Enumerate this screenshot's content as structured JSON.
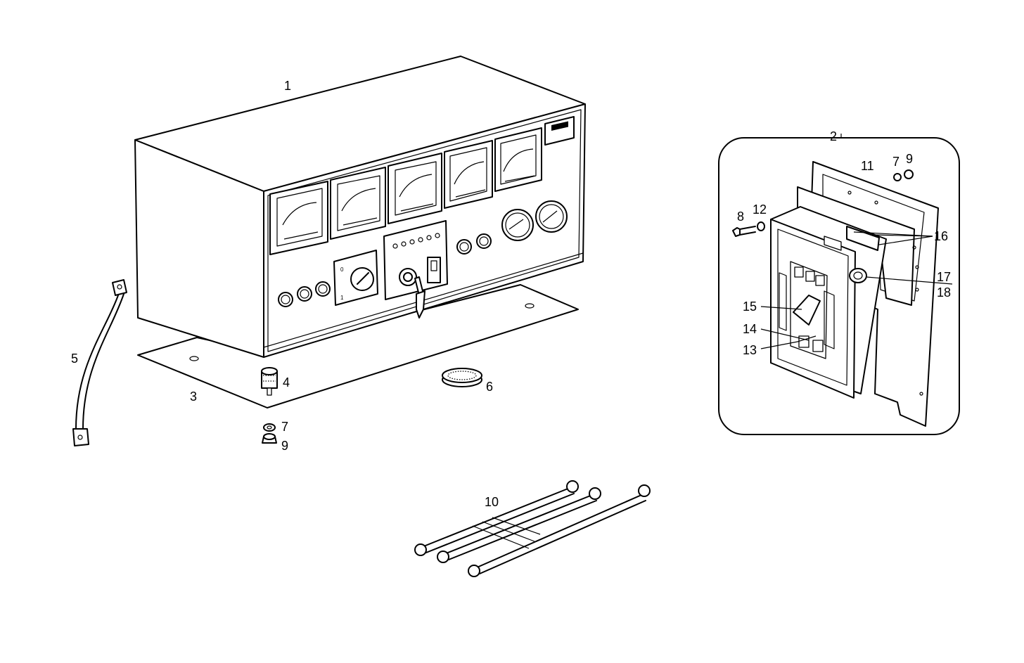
{
  "callouts": {
    "c1": "1",
    "c2": "2",
    "c3": "3",
    "c4": "4",
    "c5": "5",
    "c6": "6",
    "c7a": "7",
    "c9a": "9",
    "c7b": "7",
    "c9b": "9",
    "c8": "8",
    "c10": "10",
    "c11": "11",
    "c12": "12",
    "c13": "13",
    "c14": "14",
    "c15": "15",
    "c16": "16",
    "c17": "17",
    "c18": "18"
  }
}
